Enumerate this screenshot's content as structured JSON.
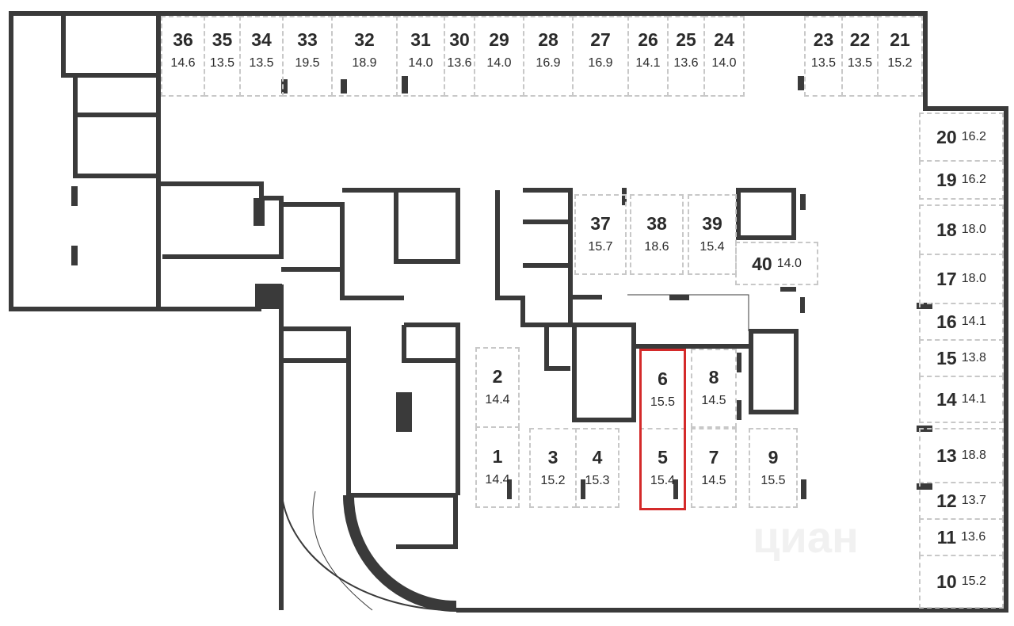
{
  "plan": {
    "title": "Parking floor plan",
    "highlight_color": "#d42a2a",
    "wall_color": "#3a3a3a",
    "watermark": "циан",
    "spots": [
      {
        "number": "36",
        "area": "14.6"
      },
      {
        "number": "35",
        "area": "13.5"
      },
      {
        "number": "34",
        "area": "13.5"
      },
      {
        "number": "33",
        "area": "19.5"
      },
      {
        "number": "32",
        "area": "18.9"
      },
      {
        "number": "31",
        "area": "14.0"
      },
      {
        "number": "30",
        "area": "13.6"
      },
      {
        "number": "29",
        "area": "14.0"
      },
      {
        "number": "28",
        "area": "16.9"
      },
      {
        "number": "27",
        "area": "16.9"
      },
      {
        "number": "26",
        "area": "14.1"
      },
      {
        "number": "25",
        "area": "13.6"
      },
      {
        "number": "24",
        "area": "14.0"
      },
      {
        "number": "23",
        "area": "13.5"
      },
      {
        "number": "22",
        "area": "13.5"
      },
      {
        "number": "21",
        "area": "15.2"
      },
      {
        "number": "20",
        "area": "16.2"
      },
      {
        "number": "19",
        "area": "16.2"
      },
      {
        "number": "18",
        "area": "18.0"
      },
      {
        "number": "17",
        "area": "18.0"
      },
      {
        "number": "16",
        "area": "14.1"
      },
      {
        "number": "15",
        "area": "13.8"
      },
      {
        "number": "14",
        "area": "14.1"
      },
      {
        "number": "13",
        "area": "18.8"
      },
      {
        "number": "12",
        "area": "13.7"
      },
      {
        "number": "11",
        "area": "13.6"
      },
      {
        "number": "10",
        "area": "15.2"
      },
      {
        "number": "37",
        "area": "15.7"
      },
      {
        "number": "38",
        "area": "18.6"
      },
      {
        "number": "39",
        "area": "15.4"
      },
      {
        "number": "40",
        "area": "14.0"
      },
      {
        "number": "2",
        "area": "14.4"
      },
      {
        "number": "1",
        "area": "14.4"
      },
      {
        "number": "3",
        "area": "15.2"
      },
      {
        "number": "4",
        "area": "15.3"
      },
      {
        "number": "6",
        "area": "15.5",
        "selected": true
      },
      {
        "number": "5",
        "area": "15.4",
        "selected": true
      },
      {
        "number": "8",
        "area": "14.5"
      },
      {
        "number": "7",
        "area": "14.5"
      },
      {
        "number": "9",
        "area": "15.5"
      }
    ]
  }
}
